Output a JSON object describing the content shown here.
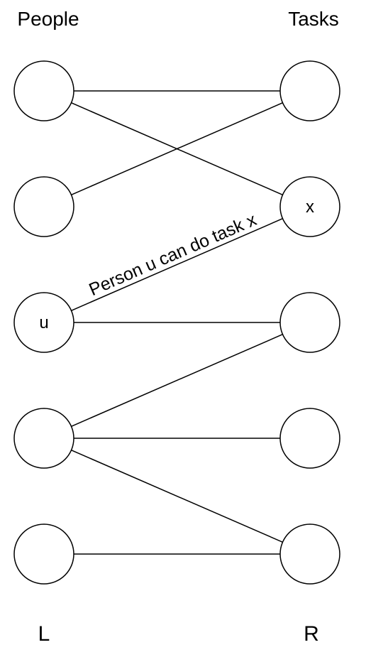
{
  "headings": {
    "left": "People",
    "right": "Tasks"
  },
  "side_labels": {
    "left": "L",
    "right": "R"
  },
  "left_nodes": [
    {
      "label": ""
    },
    {
      "label": ""
    },
    {
      "label": "u"
    },
    {
      "label": ""
    },
    {
      "label": ""
    }
  ],
  "right_nodes": [
    {
      "label": ""
    },
    {
      "label": "x"
    },
    {
      "label": ""
    },
    {
      "label": ""
    },
    {
      "label": ""
    }
  ],
  "edges": [
    {
      "from": 0,
      "to": 0,
      "label": ""
    },
    {
      "from": 0,
      "to": 1,
      "label": ""
    },
    {
      "from": 1,
      "to": 0,
      "label": ""
    },
    {
      "from": 2,
      "to": 1,
      "label": "Person u can do task x"
    },
    {
      "from": 2,
      "to": 2,
      "label": ""
    },
    {
      "from": 3,
      "to": 2,
      "label": ""
    },
    {
      "from": 3,
      "to": 3,
      "label": ""
    },
    {
      "from": 3,
      "to": 4,
      "label": ""
    },
    {
      "from": 4,
      "to": 4,
      "label": ""
    }
  ]
}
